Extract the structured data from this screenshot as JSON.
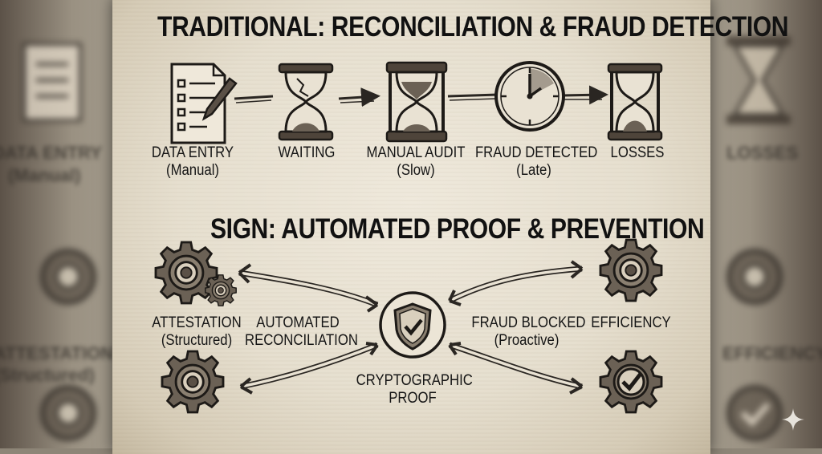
{
  "traditional": {
    "title": "TRADITIONAL: RECONCILIATION & FRAUD DETECTION",
    "steps": [
      {
        "line1": "DATA ENTRY",
        "line2": "(Manual)",
        "icon": "document-pen-icon"
      },
      {
        "line1": "WAITING",
        "line2": "",
        "icon": "cracked-hourglass-icon"
      },
      {
        "line1": "MANUAL AUDIT",
        "line2": "(Slow)",
        "icon": "hourglass-icon"
      },
      {
        "line1": "FRAUD DETECTED",
        "line2": "(Late)",
        "icon": "clock-icon"
      },
      {
        "line1": "LOSSES",
        "line2": "",
        "icon": "empty-hourglass-icon"
      }
    ]
  },
  "sign": {
    "title": "SIGN: AUTOMATED PROOF & PREVENTION",
    "attestation": {
      "line1": "ATTESTATION",
      "line2": "(Structured)"
    },
    "automated": {
      "line1": "AUTOMATED",
      "line2": "RECONCILIATION"
    },
    "center": {
      "line1": "CRYPTOGRAPHIC",
      "line2": "PROOF",
      "icon": "shield-check-icon"
    },
    "fraud_blocked": {
      "line1": "FRAUD BLOCKED",
      "line2": "(Proactive)"
    },
    "efficiency": {
      "line1": "EFFICIENCY",
      "line2": ""
    }
  },
  "backdrop": {
    "left_text_1": "DATA ENTRY",
    "left_text_2": "(Manual)",
    "left_text_3": "ATTESTATION",
    "left_text_4": "(Structured)",
    "right_text_1": "LOSSES",
    "right_text_2": "EFFICIENCY"
  },
  "colors": {
    "paper": "#e9e2d3",
    "ink": "#151515"
  }
}
